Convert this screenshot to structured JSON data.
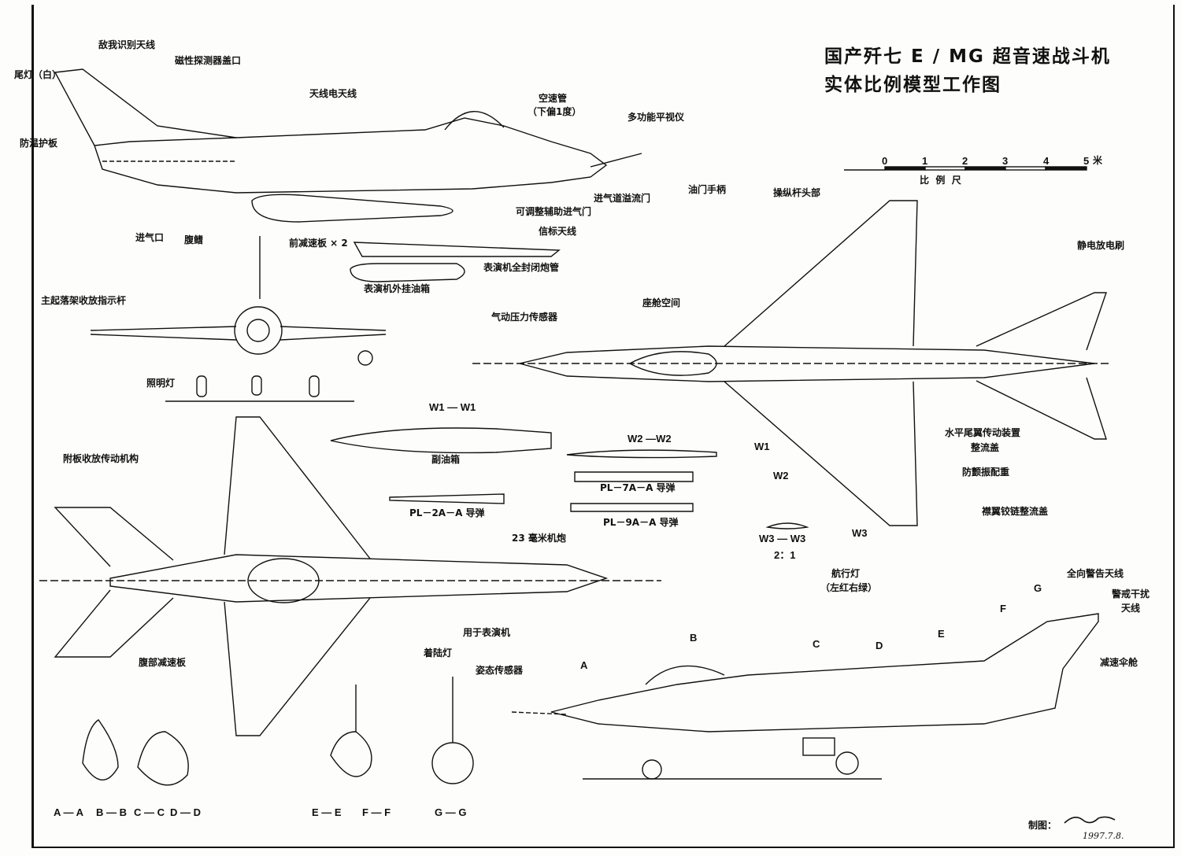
{
  "title": {
    "line1": "国产歼七 E / MG 超音速战斗机",
    "line2": "实体比例模型工作图"
  },
  "scale": {
    "ticks": [
      "0",
      "1",
      "2",
      "3",
      "4",
      "5"
    ],
    "unit": "米",
    "label": "比  例  尺"
  },
  "labels": {
    "iff_antenna": "敌我识别天线",
    "mag_detector": "磁性探测器盖口",
    "tail_light": "尾灯（白）",
    "heat_shield": "防温护板",
    "radio_antenna": "天线电天线",
    "pitot": "空速管",
    "pitot_note": "（下偏1度）",
    "hud": "多功能平视仪",
    "throttle": "油门手柄",
    "stick_head": "操纵杆头部",
    "spill_door": "进气道溢流门",
    "aux_intake": "可调整辅助进气门",
    "beacon": "信标天线",
    "intake": "进气口",
    "ventral_fin": "腹鳍",
    "front_brake": "前减速板 × 2",
    "gun_pod": "表演机全封闭炮管",
    "drop_tank_show": "表演机外挂油箱",
    "cockpit": "座舱空间",
    "static_wick": "静电放电刷",
    "gear_indicator": "主起落架收放指示杆",
    "pressure_sensor": "气动压力传感器",
    "lamp": "照明灯",
    "door_actuator": "附板收放传动机构",
    "w1w1": "W1 — W1",
    "drop_tank": "副油箱",
    "w2w2": "W2 —W2",
    "pl7": "PL－7A－A 导弹",
    "pl2": "PL－2A－A 导弹",
    "pl9": "PL－9A－A 导弹",
    "w1": "W1",
    "w2": "W2",
    "w3": "W3",
    "htail_fairing1": "水平尾翼传动装置",
    "htail_fairing2": "整流盖",
    "flutter_weight": "防颤振配重",
    "flap_fairing": "襟翼铰链整流盖",
    "cannon": "23 毫米机炮",
    "w3w3": "W3 — W3",
    "w3_scale": "2：1",
    "nav_light": "航行灯",
    "nav_light_note": "（左红右绿）",
    "warning_antenna": "全向警告天线",
    "jam_antenna1": "警戒干扰",
    "jam_antenna2": "天线",
    "chute": "减速伞舱",
    "show_only": "用于表演机",
    "attitude_sensor": "姿态传感器",
    "belly_brake": "腹部减速板",
    "landing_light": "着陆灯"
  },
  "stations": {
    "A": "A",
    "B": "B",
    "C": "C",
    "D": "D",
    "E": "E",
    "F": "F",
    "G": "G"
  },
  "sections": {
    "aa": "A — A",
    "bb": "B — B",
    "cc": "C — C",
    "dd": "D — D",
    "ee": "E — E",
    "ff": "F — F",
    "gg": "G — G"
  },
  "credit": {
    "label": "制图：",
    "date": "1997.7.8."
  }
}
